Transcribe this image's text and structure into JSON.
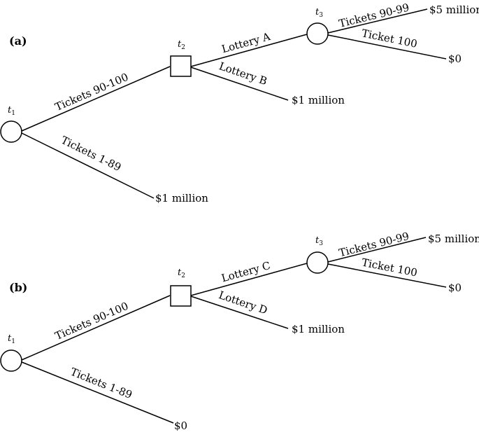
{
  "panels": [
    {
      "label": "(a)",
      "t1": {
        "base": "t",
        "sub": "1"
      },
      "t2": {
        "base": "t",
        "sub": "2"
      },
      "t3": {
        "base": "t",
        "sub": "3"
      },
      "edges": {
        "tickets_90_100": "Tickets 90-100",
        "tickets_1_89": "Tickets 1-89",
        "lottery_top": "Lottery A",
        "lottery_bottom": "Lottery B",
        "tickets_90_99": "Tickets 90-99",
        "ticket_100": "Ticket 100"
      },
      "outcomes": {
        "t3_top": "$5 million",
        "t3_bottom": "$0",
        "lottery_bottom": "$1 million",
        "tickets_1_89": "$1 million"
      }
    },
    {
      "label": "(b)",
      "t1": {
        "base": "t",
        "sub": "1"
      },
      "t2": {
        "base": "t",
        "sub": "2"
      },
      "t3": {
        "base": "t",
        "sub": "3"
      },
      "edges": {
        "tickets_90_100": "Tickets 90-100",
        "tickets_1_89": "Tickets 1-89",
        "lottery_top": "Lottery C",
        "lottery_bottom": "Lottery D",
        "tickets_90_99": "Tickets 90-99",
        "ticket_100": "Ticket 100"
      },
      "outcomes": {
        "t3_top": "$5 million",
        "t3_bottom": "$0",
        "lottery_bottom": "$1 million",
        "tickets_1_89": "$0"
      }
    }
  ]
}
